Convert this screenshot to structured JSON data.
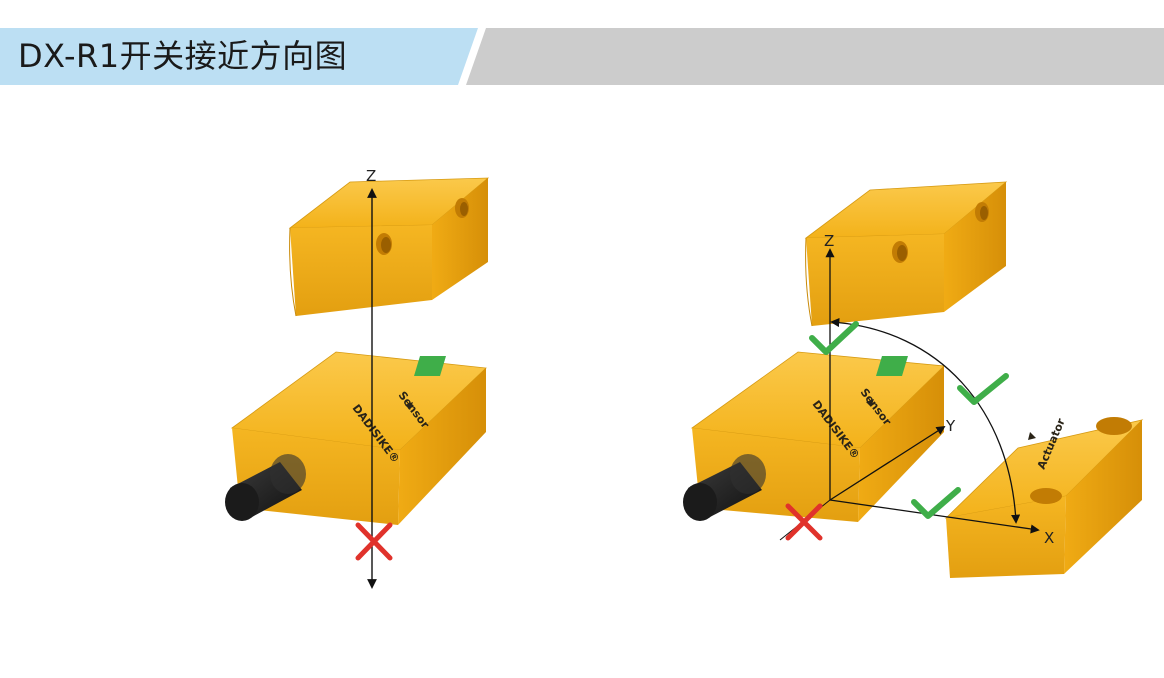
{
  "header": {
    "title": "DX-R1开关接近方向图"
  },
  "icons": {
    "check": "check-mark-icon",
    "cross": "cross-mark-icon"
  },
  "colors": {
    "header_accent": "#bcdff3",
    "header_gray": "#cccccc",
    "housing_yellow": "#f3b21a",
    "housing_shadow": "#d2900a",
    "housing_light": "#f9c94a",
    "cable": "#2a2a2a",
    "indicator_green": "#3fae49",
    "check_green": "#3fae49",
    "cross_red": "#e0322b"
  },
  "left_diagram": {
    "axis_z": "Z",
    "sensor_brand": "DADISIKE®",
    "sensor_label": "Sensor"
  },
  "right_diagram": {
    "axis_z": "Z",
    "axis_y": "Y",
    "axis_x": "X",
    "sensor_brand": "DADISIKE®",
    "sensor_label": "Sensor",
    "actuator_label": "Actuator"
  }
}
